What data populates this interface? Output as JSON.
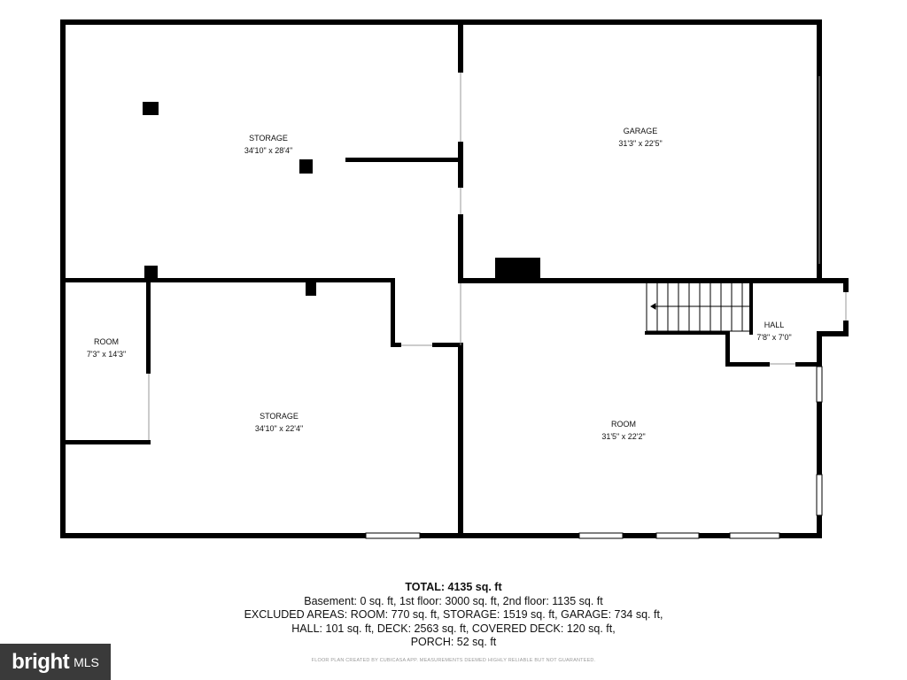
{
  "rooms": [
    {
      "name": "STORAGE",
      "dims": "34'10\" x 28'4\""
    },
    {
      "name": "GARAGE",
      "dims": "31'3\" x 22'5\""
    },
    {
      "name": "ROOM",
      "dims": "7'3\" x 14'3\""
    },
    {
      "name": "STORAGE",
      "dims": "34'10\" x 22'4\""
    },
    {
      "name": "HALL",
      "dims": "7'8\" x 7'0\""
    },
    {
      "name": "ROOM",
      "dims": "31'5\" x 22'2\""
    }
  ],
  "summary": {
    "total": "TOTAL: 4135 sq. ft",
    "line1": "Basement: 0 sq. ft, 1st floor: 3000 sq. ft, 2nd floor: 1135 sq. ft",
    "line2": "EXCLUDED AREAS: ROOM: 770 sq. ft, STORAGE: 1519 sq. ft, GARAGE: 734 sq. ft,",
    "line3": "HALL: 101 sq. ft, DECK: 2563 sq. ft, COVERED DECK: 120 sq. ft,",
    "line4": "PORCH: 52 sq. ft"
  },
  "footer_note": "FLOOR PLAN CREATED BY CUBICASA APP. MEASUREMENTS DEEMED HIGHLY RELIABLE BUT NOT GUARANTEED.",
  "logo": {
    "brand": "bright",
    "suffix": "MLS",
    "color": "#3a3a3a"
  },
  "colors": {
    "wall": "#000000",
    "background": "#ffffff"
  }
}
